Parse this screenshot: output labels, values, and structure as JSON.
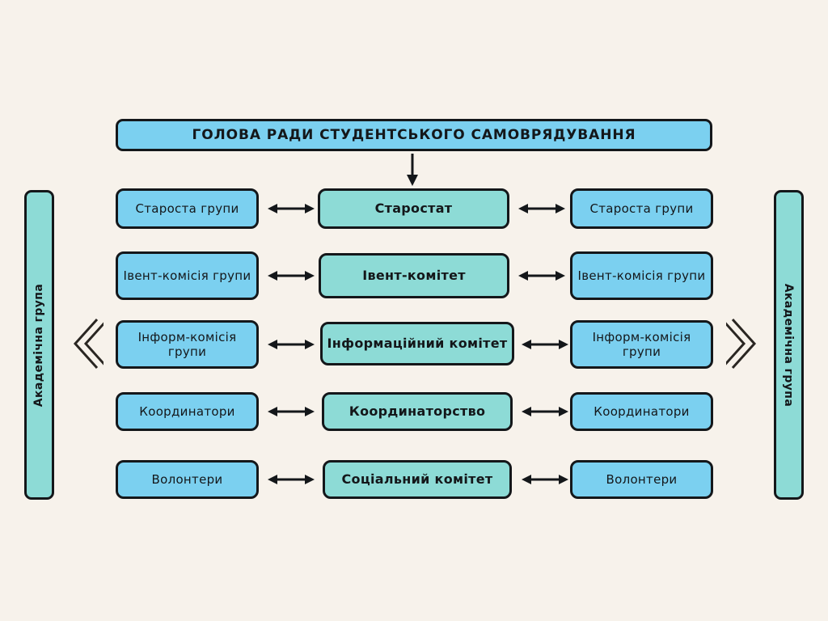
{
  "diagram": {
    "title": "ГОЛОВА РАДИ СТУДЕНТСЬКОГО САМОВРЯДУВАННЯ",
    "background_color": "#f7f2eb",
    "colors": {
      "light_blue": "#7bd0f0",
      "teal": "#8ddbd6",
      "outline": "#14171a"
    },
    "side_panels": {
      "left_label": "Академічна група",
      "right_label": "Академічна група"
    },
    "rows": [
      {
        "left": "Староста групи",
        "center": "Старостат",
        "right": "Староста групи"
      },
      {
        "left": "Івент-комісія групи",
        "center": "Івент-комітет",
        "right": "Івент-комісія групи"
      },
      {
        "left": "Інформ-комісія групи",
        "center": "Інформаційний комітет",
        "right": "Інформ-комісія групи"
      },
      {
        "left": "Координатори",
        "center": "Координаторство",
        "right": "Координатори"
      },
      {
        "left": "Волонтери",
        "center": "Соціальний комітет",
        "right": "Волонтери"
      }
    ],
    "connectors": {
      "title_to_center": "down-arrow",
      "row_link": "double-headed-arrow",
      "left_chevron": "chevron-left",
      "right_chevron": "chevron-right"
    }
  }
}
